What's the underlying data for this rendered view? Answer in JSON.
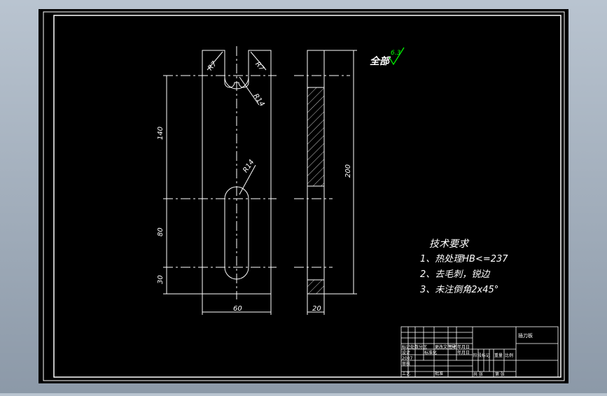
{
  "drawing": {
    "dimensions": {
      "r7_left": "R7",
      "r7_right": "R7",
      "r14_top": "R14",
      "r14_mid": "R14",
      "d140": "140",
      "d80": "80",
      "d30": "30",
      "d60": "60",
      "d200": "200",
      "d20": "20"
    },
    "surface_finish": {
      "label": "全部",
      "value": "6.3"
    },
    "tech_requirements": {
      "title": "技术要求",
      "items": [
        "1、热处理HB<=237",
        "2、去毛刺，锐边",
        "3、未注倒角2x45°"
      ]
    },
    "title_block": {
      "part_name": "插刀板",
      "header_row": "标记处数分区",
      "rev_doc": "更改文件号",
      "sign": "签名",
      "date": "年月日",
      "design": "设计",
      "standardize": "标准化",
      "year_month_day": "年月日",
      "stage_mark": "阶段标记",
      "weight": "重量",
      "scale": "比例",
      "check": "审核",
      "process": "工艺",
      "approve": "批准",
      "sheet_total": "共 张",
      "sheet_no": "第 张",
      "year": "2007"
    }
  },
  "colors": {
    "background": "#000000",
    "line": "#ffffff",
    "hatch": "#ffffff",
    "finish_symbol": "#00ff00"
  }
}
